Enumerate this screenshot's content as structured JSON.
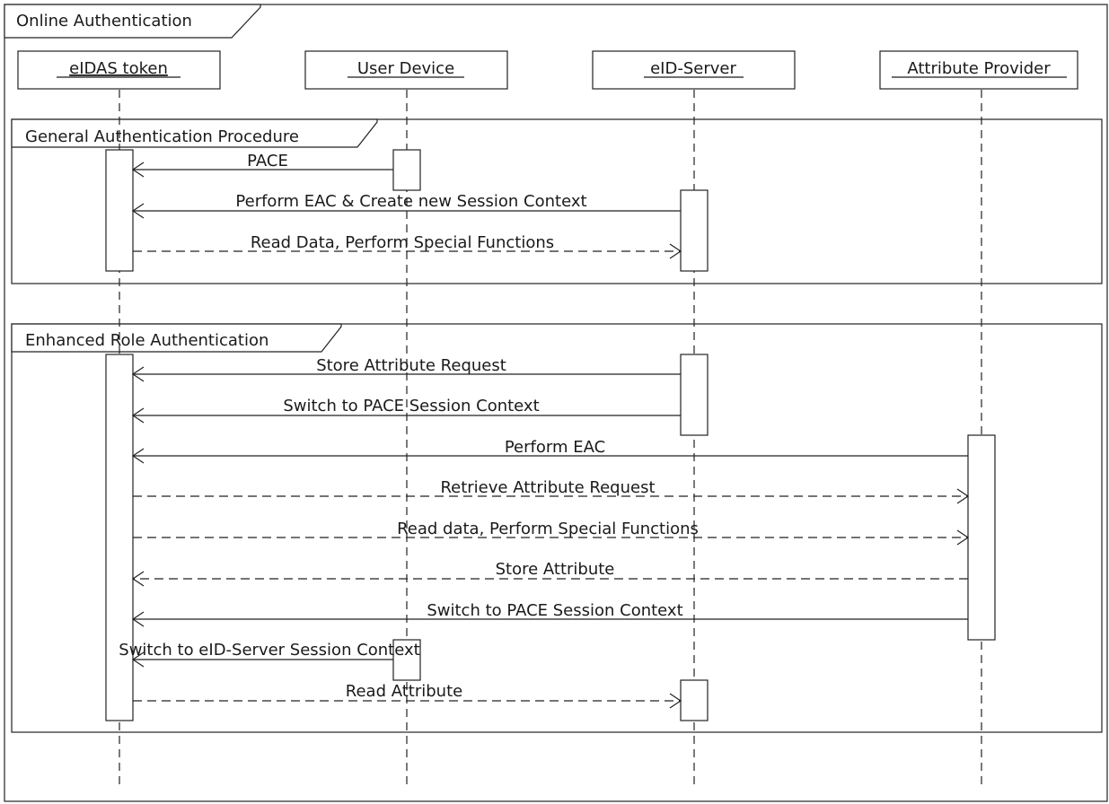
{
  "diagram": {
    "title": "Online Authentication",
    "participants": [
      {
        "id": "token",
        "label": "eIDAS token"
      },
      {
        "id": "device",
        "label": "User Device"
      },
      {
        "id": "server",
        "label": "eID-Server"
      },
      {
        "id": "provider",
        "label": "Attribute Provider"
      }
    ],
    "fragments": [
      {
        "id": "general",
        "title": "General Authentication Procedure"
      },
      {
        "id": "enhanced",
        "title": "Enhanced Role Authentication"
      }
    ],
    "messages": [
      {
        "id": "pace",
        "label": "PACE",
        "from": "device",
        "to": "token",
        "style": "solid"
      },
      {
        "id": "eac-session",
        "label": "Perform EAC & Create new Session Context",
        "from": "server",
        "to": "token",
        "style": "solid"
      },
      {
        "id": "read-data-1",
        "label": "Read Data, Perform Special Functions",
        "from": "token",
        "to": "server",
        "style": "dashed"
      },
      {
        "id": "store-attr-req",
        "label": "Store Attribute Request",
        "from": "server",
        "to": "token",
        "style": "solid"
      },
      {
        "id": "switch-pace-1",
        "label": "Switch to PACE Session Context",
        "from": "server",
        "to": "token",
        "style": "solid"
      },
      {
        "id": "perform-eac",
        "label": "Perform EAC",
        "from": "provider",
        "to": "token",
        "style": "solid"
      },
      {
        "id": "retrieve-attr-req",
        "label": "Retrieve Attribute Request",
        "from": "token",
        "to": "provider",
        "style": "dashed"
      },
      {
        "id": "read-data-2",
        "label": "Read data, Perform Special Functions",
        "from": "token",
        "to": "provider",
        "style": "dashed"
      },
      {
        "id": "store-attr",
        "label": "Store Attribute",
        "from": "provider",
        "to": "token",
        "style": "dashed"
      },
      {
        "id": "switch-pace-2",
        "label": "Switch to PACE Session Context",
        "from": "provider",
        "to": "token",
        "style": "solid"
      },
      {
        "id": "switch-eid",
        "label": "Switch to eID-Server Session Context",
        "from": "device",
        "to": "token",
        "style": "solid"
      },
      {
        "id": "read-attr",
        "label": "Read Attribute",
        "from": "token",
        "to": "server",
        "style": "dashed"
      }
    ]
  }
}
